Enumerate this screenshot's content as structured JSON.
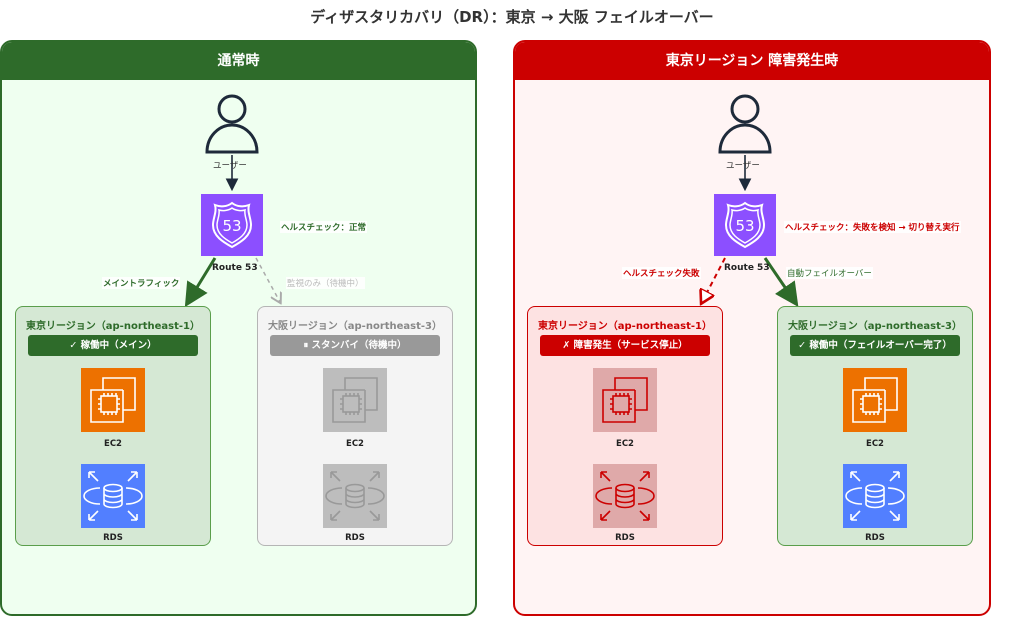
{
  "title": "ディザスタリカバリ（DR）：東京 → 大阪 フェイルオーバー",
  "colors": {
    "normal_green": "#2e6b2a",
    "failure_red": "#cc0000",
    "standby_gray": "#999999",
    "route53_purple": "#8c4fff",
    "ec2_orange": "#ed7100",
    "rds_blue": "#527fff"
  },
  "normal": {
    "header": "通常時",
    "user_label": "ユーザー",
    "route53_label": "Route 53",
    "healthcheck_label": "ヘルスチェック：正常",
    "main_traffic_label": "メイントラフィック",
    "monitor_label": "監視のみ（待機中）",
    "tokyo": {
      "title": "東京リージョン（ap-northeast-1）",
      "badge": "✓ 稼働中（メイン）",
      "ec2_label": "EC2",
      "rds_label": "RDS"
    },
    "osaka": {
      "title": "大阪リージョン（ap-northeast-3）",
      "badge": "⏸ スタンバイ（待機中）",
      "ec2_label": "EC2",
      "rds_label": "RDS"
    }
  },
  "failure": {
    "header": "東京リージョン 障害発生時",
    "user_label": "ユーザー",
    "route53_label": "Route 53",
    "healthcheck_label": "ヘルスチェック：失敗を検知 → 切り替え実行",
    "healthcheck_fail_label": "ヘルスチェック失敗",
    "auto_failover_label": "自動フェイルオーバー",
    "tokyo": {
      "title": "東京リージョン（ap-northeast-1）",
      "badge": "✗ 障害発生（サービス停止）",
      "ec2_label": "EC2",
      "rds_label": "RDS"
    },
    "osaka": {
      "title": "大阪リージョン（ap-northeast-3）",
      "badge": "✓ 稼働中（フェイルオーバー完了）",
      "ec2_label": "EC2",
      "rds_label": "RDS"
    }
  }
}
